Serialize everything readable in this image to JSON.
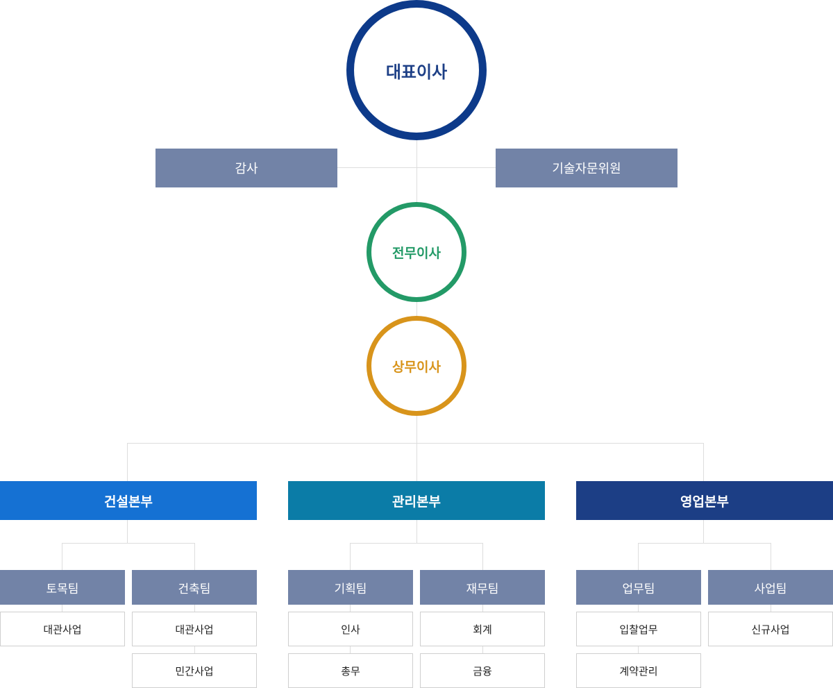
{
  "ceo": "대표이사",
  "audit": "감사",
  "tech_advisory": "기술자문위원",
  "executive_director": "전무이사",
  "managing_director": "상무이사",
  "colors": {
    "ceo": "#0d3a8a",
    "executive": "#239a67",
    "managing": "#d8941b",
    "construction": "#1571d3",
    "management": "#0b7ca7",
    "sales": "#1c3e85",
    "team": "#7283a7",
    "line": "#dddddd"
  },
  "divisions": [
    {
      "name": "건설본부",
      "teams": [
        {
          "name": "토목팀",
          "tasks": [
            "대관사업"
          ]
        },
        {
          "name": "건축팀",
          "tasks": [
            "대관사업",
            "민간사업"
          ]
        }
      ]
    },
    {
      "name": "관리본부",
      "teams": [
        {
          "name": "기획팀",
          "tasks": [
            "인사",
            "총무"
          ]
        },
        {
          "name": "재무팀",
          "tasks": [
            "회계",
            "금융"
          ]
        }
      ]
    },
    {
      "name": "영업본부",
      "teams": [
        {
          "name": "업무팀",
          "tasks": [
            "입찰업무",
            "계약관리"
          ]
        },
        {
          "name": "사업팀",
          "tasks": [
            "신규사업"
          ]
        }
      ]
    }
  ]
}
